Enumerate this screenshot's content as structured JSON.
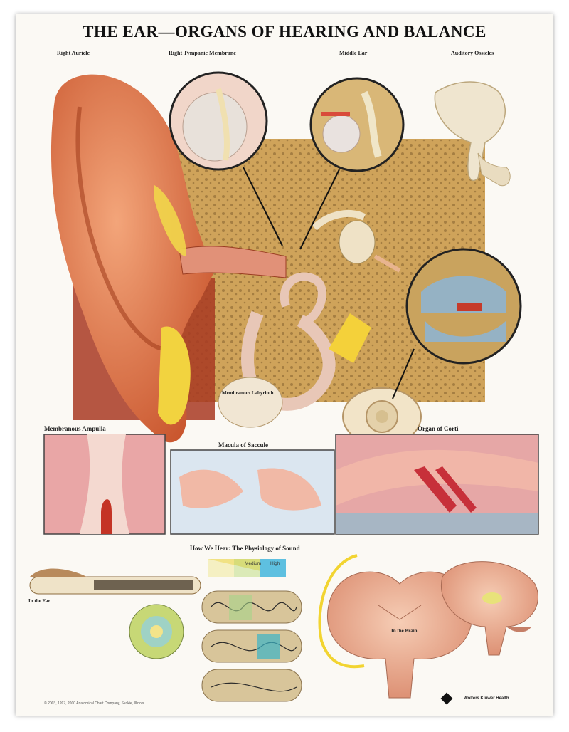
{
  "poster": {
    "title": "THE EAR—ORGANS OF HEARING AND BALANCE",
    "headers": {
      "right_auricle": "Right Auricle",
      "right_tympanic_membrane": "Right Tympanic Membrane",
      "middle_ear": "Middle Ear",
      "auditory_ossicles": "Auditory Ossicles"
    },
    "sections": {
      "membranous_ampulla": "Membranous Ampulla",
      "macula_of_saccule": "Macula of Saccule",
      "organ_of_corti": "Organ of Corti",
      "how_we_hear": "How We Hear: The Physiology of Sound",
      "in_the_ear": "In the Ear",
      "in_the_brain": "In the Brain",
      "membranous_labyrinth": "Membranous Labyrinth"
    },
    "wave_labels": {
      "medium": "Medium",
      "high": "High"
    },
    "footer_text": "© 2003, 1997, 2000 Anatomical Chart Company, Skokie, Illinois.",
    "logo_text": "Wolters Kluwer Health"
  },
  "colors": {
    "skin": "#e8875a",
    "bone": "#c9a661",
    "membrane_pink": "#e9b7ae",
    "fat_yellow": "#f4d23a",
    "blue_fluid": "#9fb7c8",
    "brain_pink": "#efb69a"
  }
}
